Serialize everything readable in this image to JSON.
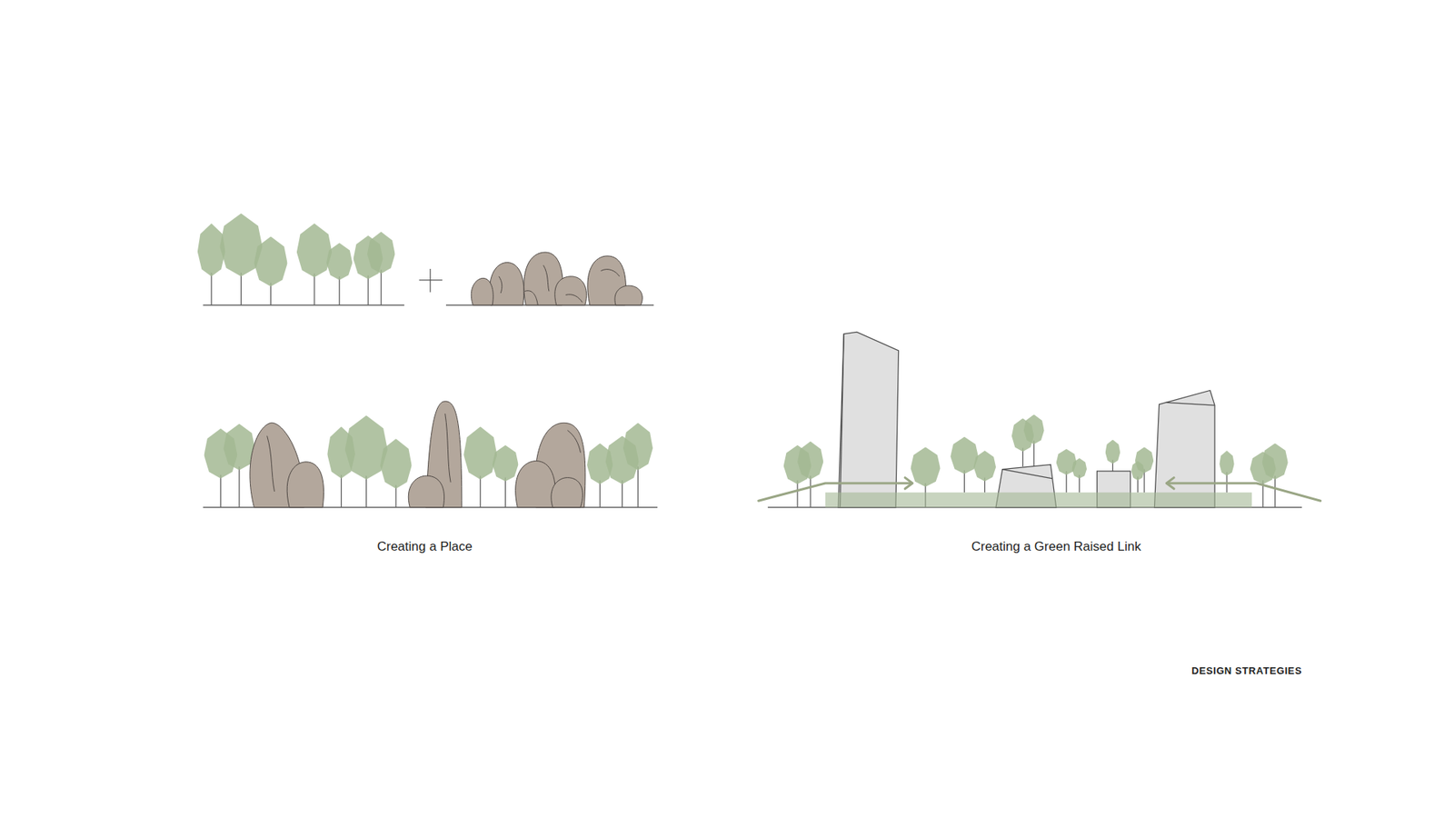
{
  "diagram": {
    "labels": [
      "Creating a Place",
      "Creating a Green Raised Link",
      "DESIGN STRATEGIES"
    ]
  }
}
